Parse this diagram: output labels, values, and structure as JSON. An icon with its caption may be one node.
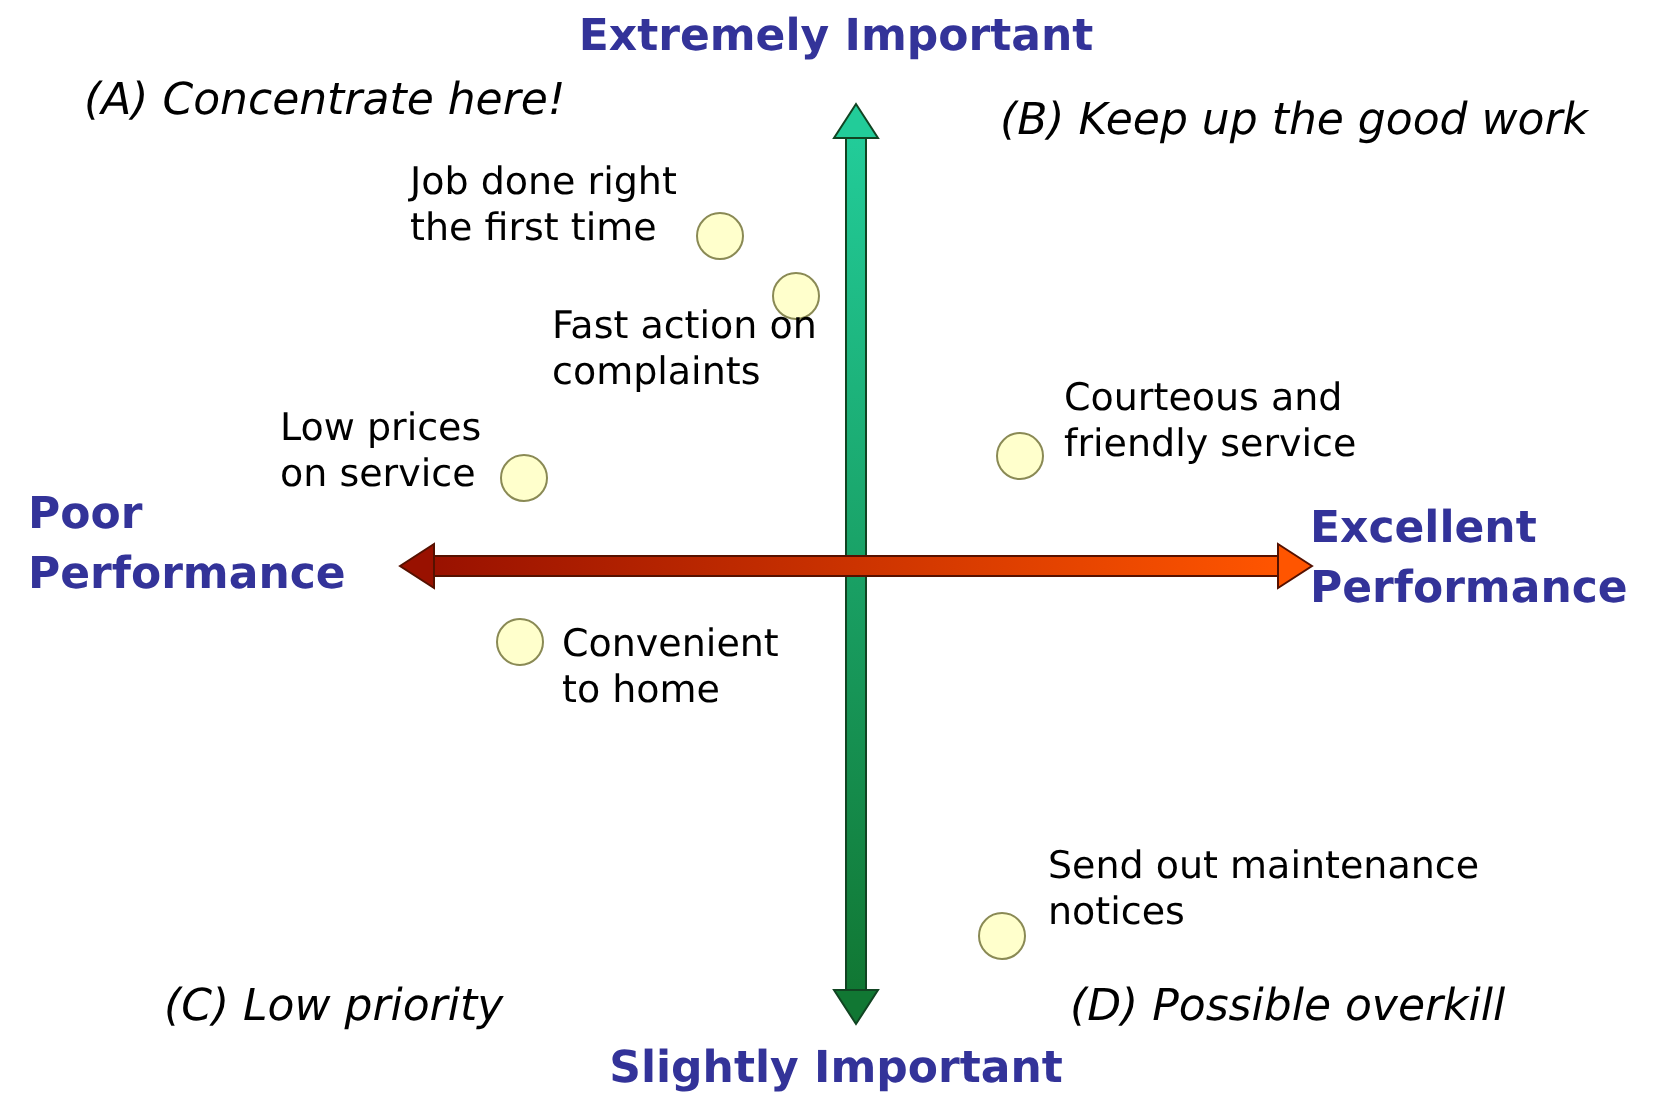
{
  "diagram": {
    "nodes": [
      {
        "text": [],
        "shape": "circle",
        "beside": [
          "Job done right the first time"
        ]
      },
      {
        "text": [],
        "shape": "circle",
        "beside": [
          "Fast action on complaints"
        ]
      },
      {
        "text": [],
        "shape": "circle",
        "beside": [
          "Low prices on service"
        ]
      },
      {
        "text": [],
        "shape": "circle",
        "beside": [
          "Courteous and friendly service"
        ]
      },
      {
        "text": [],
        "shape": "circle",
        "beside": [
          "Convenient to home"
        ]
      },
      {
        "text": [],
        "shape": "circle",
        "beside": [
          "Send out maintenance notices"
        ]
      }
    ],
    "labels": [
      "Extremely Important",
      "(A) Concentrate here!",
      "(B) Keep up the good work",
      "Poor Performance",
      "Excellent Performance",
      "(C) Low priority",
      "(D) Possible overkill",
      "Slightly Important"
    ]
  }
}
